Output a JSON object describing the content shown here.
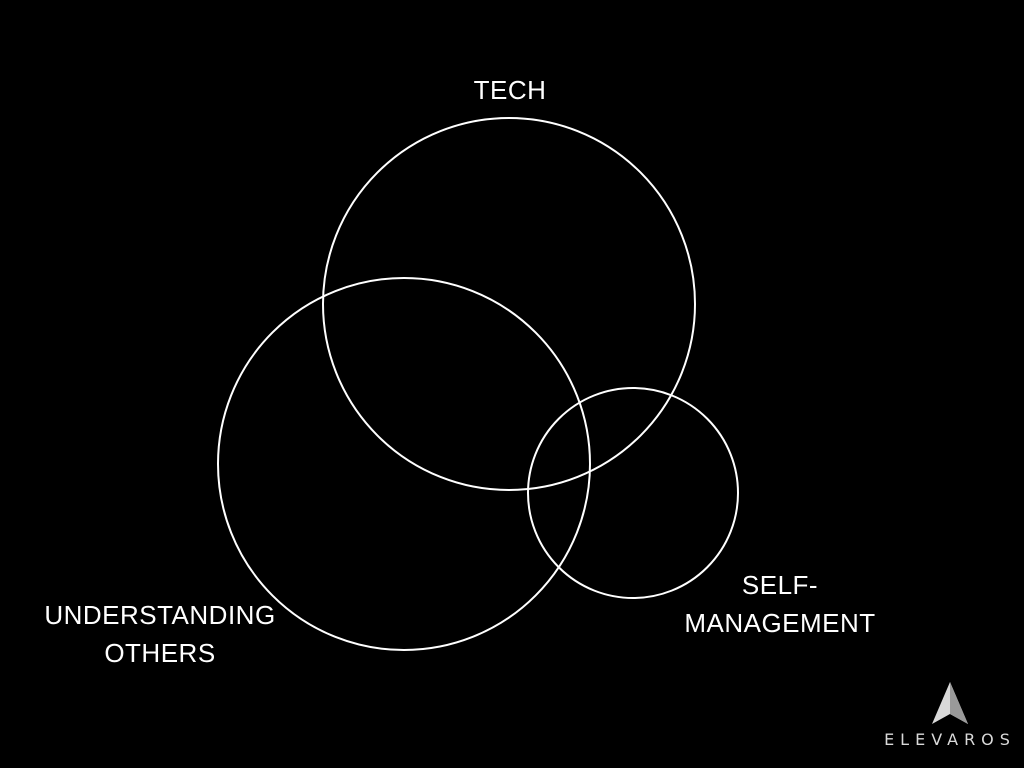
{
  "diagram": {
    "sets": [
      {
        "id": "tech",
        "lines": [
          "TECH"
        ]
      },
      {
        "id": "understanding-others",
        "lines": [
          "UNDERSTANDING",
          "OTHERS"
        ]
      },
      {
        "id": "self-management",
        "lines": [
          "SELF-",
          "MANAGEMENT"
        ]
      }
    ]
  },
  "logo": {
    "text": "ELEVAROS",
    "color": "#d9d9d9"
  },
  "colors": {
    "background": "#000000",
    "stroke": "#ffffff"
  }
}
